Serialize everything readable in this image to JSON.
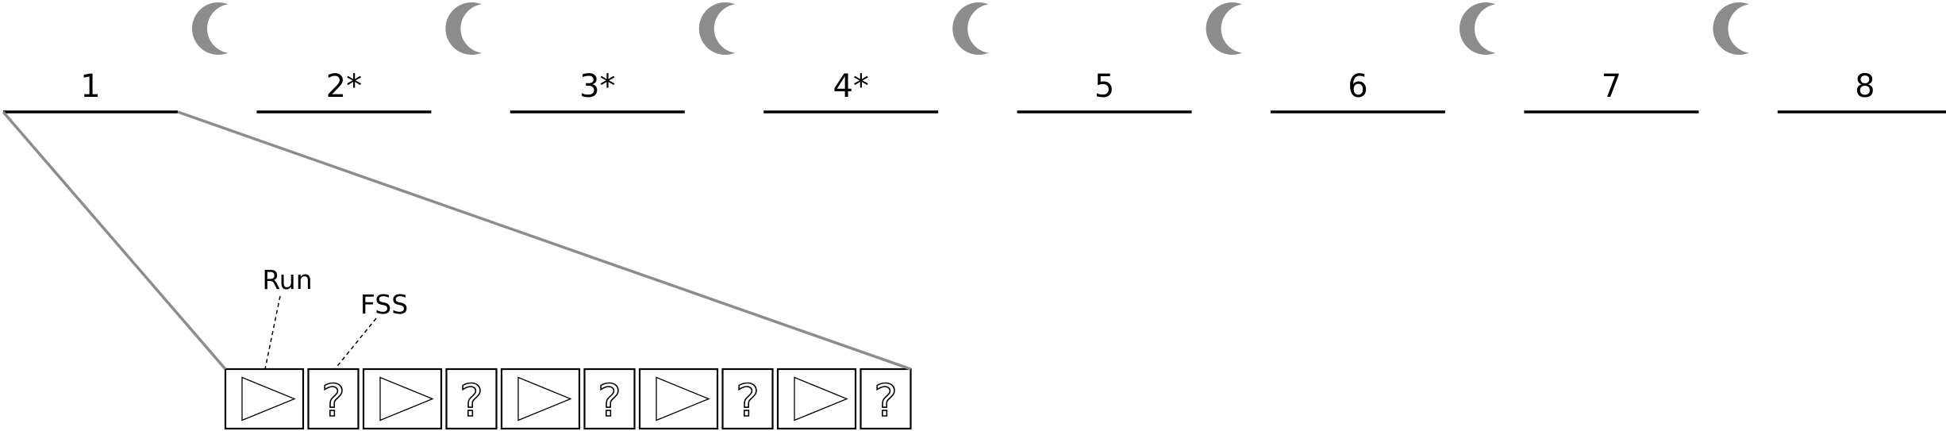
{
  "days": [
    {
      "label": "1",
      "night": true
    },
    {
      "label": "2*",
      "night": true
    },
    {
      "label": "3*",
      "night": true
    },
    {
      "label": "4*",
      "night": true
    },
    {
      "label": "5",
      "night": true
    },
    {
      "label": "6",
      "night": true
    },
    {
      "label": "7",
      "night": true
    },
    {
      "label": "8",
      "night": false
    }
  ],
  "zoom_detail": {
    "sequence": [
      "run",
      "fss",
      "run",
      "fss",
      "run",
      "fss",
      "run",
      "fss",
      "run",
      "fss"
    ],
    "annotations": {
      "run_label": "Run",
      "fss_label": "FSS"
    },
    "icons": {
      "run": "play-triangle-icon",
      "fss": "question-mark-icon",
      "night": "crescent-moon-icon"
    }
  },
  "colors": {
    "moon": "#8c8c8c",
    "zoom_lines": "#8c8c8c",
    "lines": "#000000"
  }
}
